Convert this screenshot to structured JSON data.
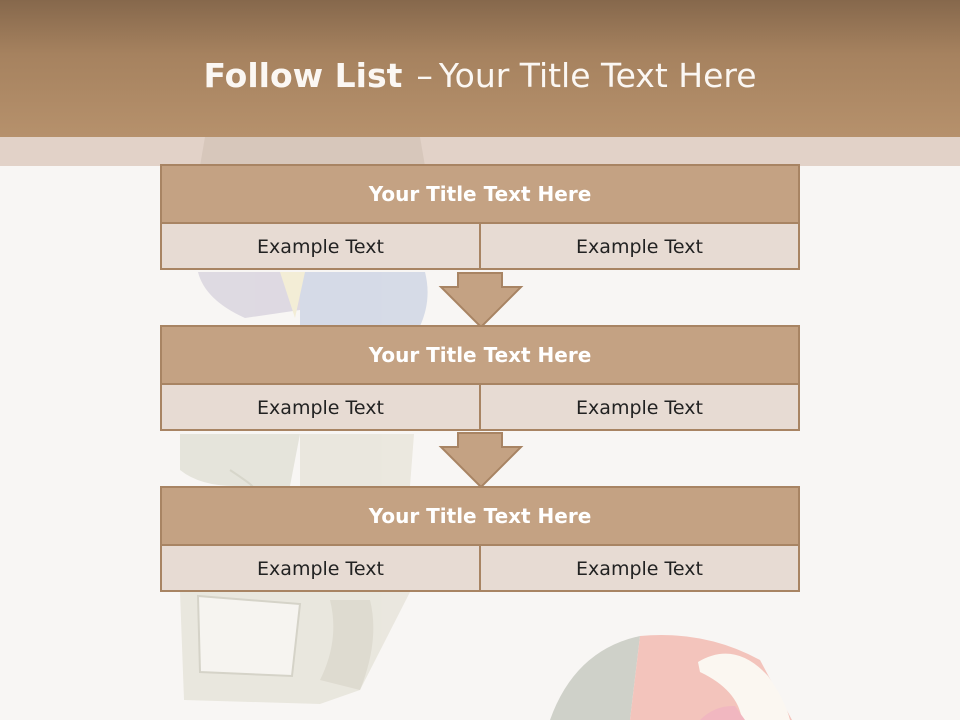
{
  "slide": {
    "title_bold": "Follow List",
    "title_dash": "–",
    "title_rest": "Your Title Text Here"
  },
  "boxes": [
    {
      "title": "Your Title Text Here",
      "left": "Example Text",
      "right": "Example Text"
    },
    {
      "title": "Your Title Text Here",
      "left": "Example Text",
      "right": "Example Text"
    },
    {
      "title": "Your Title Text Here",
      "left": "Example Text",
      "right": "Example Text"
    }
  ],
  "colors": {
    "header": "#a6825f",
    "box_title_bg": "#c4a283",
    "box_border": "#a88463",
    "box_cell_bg": "#e7dbd3",
    "arrow": "#c4a283"
  }
}
